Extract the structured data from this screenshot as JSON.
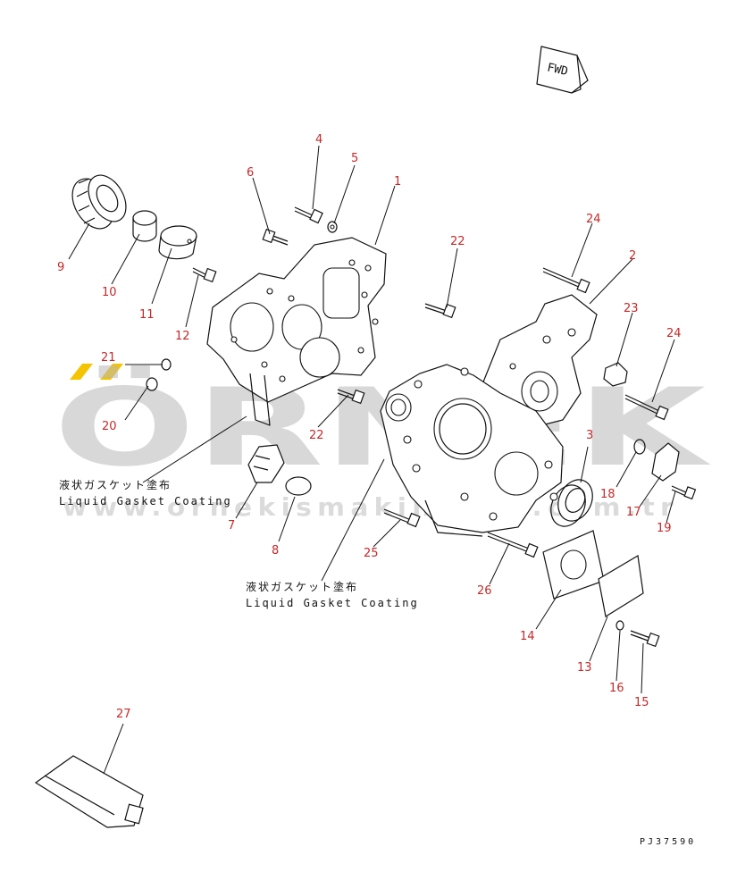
{
  "drawing_code": "PJ37590",
  "fwd_label": "FWD",
  "notes": {
    "jp": "液状ガスケット塗布",
    "en": "Liquid Gasket Coating"
  },
  "watermark": {
    "logo": "ÖRNEK",
    "url": "www.ornekismakinalari.com.tr",
    "accent_color": "#f5c400"
  },
  "callouts": [
    "1",
    "2",
    "3",
    "4",
    "5",
    "6",
    "7",
    "8",
    "9",
    "10",
    "11",
    "12",
    "13",
    "14",
    "15",
    "16",
    "17",
    "18",
    "19",
    "20",
    "21",
    "22",
    "22",
    "23",
    "24",
    "24",
    "25",
    "26",
    "27"
  ],
  "callout_color": "#c62828"
}
